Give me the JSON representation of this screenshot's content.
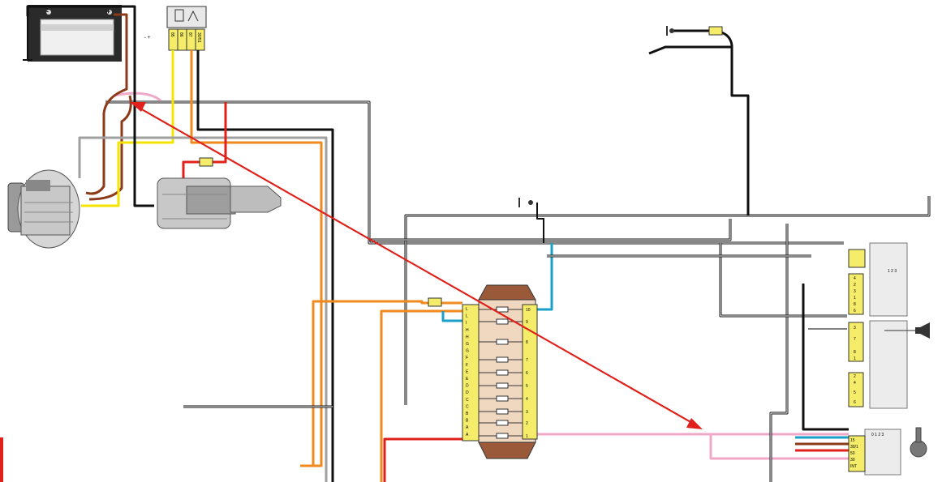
{
  "battery": {
    "minus": "-",
    "plus": "+"
  },
  "relay": {
    "pins": [
      "85",
      "86",
      "87",
      "30/51"
    ],
    "symbol": "- +"
  },
  "fusebox": {
    "left_pins": [
      "L",
      "L",
      "I",
      "H",
      "H",
      "G",
      "G",
      "F",
      "F",
      "E",
      "E",
      "D",
      "D",
      "C",
      "C",
      "B",
      "B",
      "A",
      "A"
    ],
    "right_pins": [
      "10",
      "9",
      "8",
      "7",
      "6",
      "5",
      "4",
      "3",
      "2",
      "1"
    ]
  },
  "light_switch": {
    "header": "1 2 3",
    "pins_upper": [
      "4",
      "2",
      "3",
      "1",
      "8",
      "6"
    ],
    "pins_lower": [
      "3",
      "7",
      "8",
      "1",
      "2",
      "4",
      "5",
      "6"
    ]
  },
  "ignition": {
    "header": "0 1 2 3",
    "pins": [
      "15",
      "30/1",
      "50",
      "30",
      "INT"
    ]
  },
  "colors": {
    "red": "#e0201a",
    "orange": "#f08a1e",
    "yellow": "#f5e400",
    "brown": "#8b3a1a",
    "pink": "#f0a8c8",
    "blue": "#1aa0c8",
    "grey": "#a0a0a0",
    "black": "#101010",
    "connector": "#f5ec6a",
    "fusebox_fill": "#f0d8c0",
    "fusebox_end": "#9a5a3a"
  },
  "icons": [
    "battery-icon",
    "alternator-icon",
    "starter-icon",
    "relay-icon",
    "fusebox-icon",
    "ignition-key-icon",
    "horn-icon",
    "lamp-icon"
  ]
}
